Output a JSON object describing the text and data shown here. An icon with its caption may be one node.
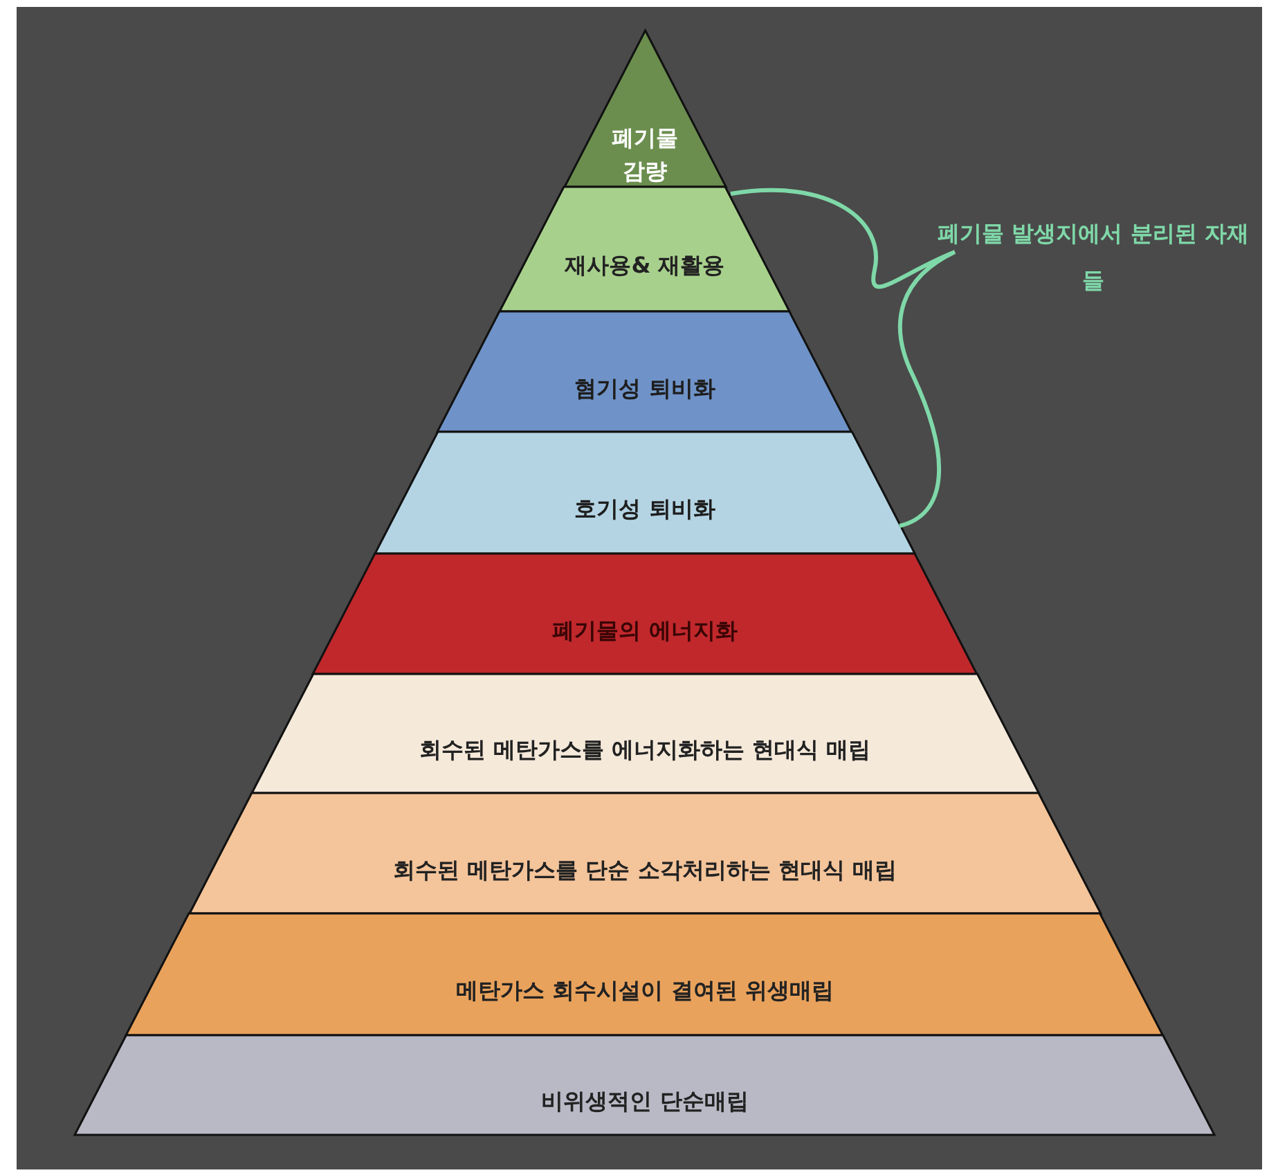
{
  "diagram": {
    "nodes": [
      {
        "text": [
          "폐기물 감량"
        ]
      },
      {
        "text": [
          "재사용& 재활용"
        ]
      },
      {
        "text": [
          "혐기성 퇴비화"
        ]
      },
      {
        "text": [
          "호기성 퇴비화"
        ]
      },
      {
        "text": [
          "폐기물의 에너지화"
        ]
      },
      {
        "text": [
          "회수된 메탄가스를 에너지화하는 현대식 매립"
        ]
      },
      {
        "text": [
          "회수된 메탄가스를 단순 소각처리하는 현대식 매립"
        ]
      },
      {
        "text": [
          "메탄가스 회수시설이 결여된 위생매립"
        ]
      },
      {
        "text": [
          "비위생적인 단순매립"
        ]
      }
    ],
    "labels": [
      "폐기물 발생지에서 분리된 자재들"
    ]
  }
}
